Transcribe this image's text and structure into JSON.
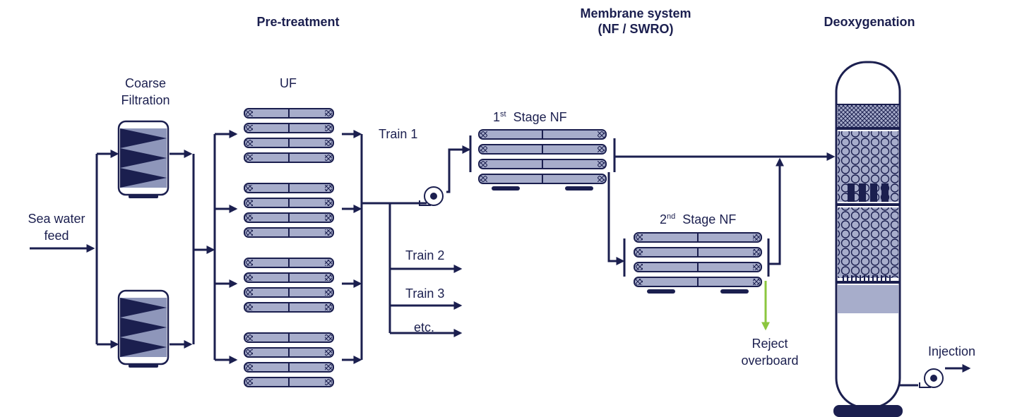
{
  "sections": {
    "pretreatment": "Pre-treatment",
    "membrane_line1": "Membrane system",
    "membrane_line2": "(NF / SWRO)",
    "deoxygenation": "Deoxygenation"
  },
  "labels": {
    "feed_line1": "Sea water",
    "feed_line2": "feed",
    "coarse_line1": "Coarse",
    "coarse_line2": "Filtration",
    "uf": "UF",
    "train1": "Train 1",
    "train2": "Train 2",
    "train3": "Train 3",
    "etc": "etc.",
    "stage1_ordinal": "1",
    "stage1_sup": "st",
    "stage1_text": "Stage NF",
    "stage2_ordinal": "2",
    "stage2_sup": "nd",
    "stage2_text": "Stage NF",
    "reject_line1": "Reject",
    "reject_line2": "overboard",
    "injection": "Injection"
  },
  "colors": {
    "line": "#1b1f4f",
    "membrane_fill": "#a7adcb",
    "vessel_fill": "#8e96ba",
    "reject_arrow": "#8cc63f"
  }
}
